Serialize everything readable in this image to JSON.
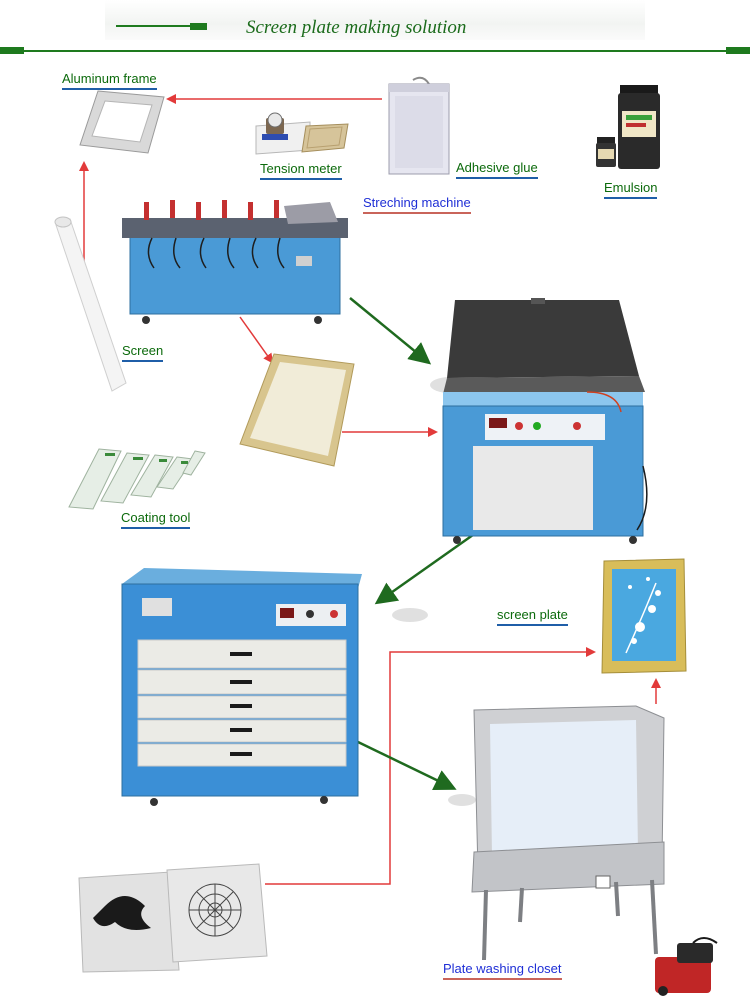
{
  "title": "Screen plate making solution",
  "labels": {
    "aluminum_frame": "Aluminum frame",
    "tension_meter": "Tension meter",
    "adhesive_glue": "Adhesive glue",
    "emulsion": "Emulsion",
    "streching_machine": "Streching machine",
    "screen": "Screen",
    "coating_tool": "Coating tool",
    "screen_plate": "screen plate",
    "plate_washing_closet": "Plate washing closet"
  },
  "colors": {
    "title_green": "#1b6b1b",
    "label_green": "#0c6a0c",
    "label_blue": "#1f2fd6",
    "arrow_red": "#e23a3a",
    "arrow_green": "#1f6a1f",
    "machine_blue": "#3b8fd6"
  },
  "icons": [
    "aluminum-frame-icon",
    "tension-meter-icon",
    "adhesive-glue-bucket-icon",
    "emulsion-jar-icon",
    "stretching-machine-icon",
    "screen-roll-icon",
    "stretched-screen-frame-icon",
    "exposure-machine-icon",
    "coating-trough-icon",
    "drying-cabinet-icon",
    "film-positive-icon",
    "screen-plate-icon",
    "plate-washing-closet-icon",
    "pressure-washer-icon"
  ]
}
